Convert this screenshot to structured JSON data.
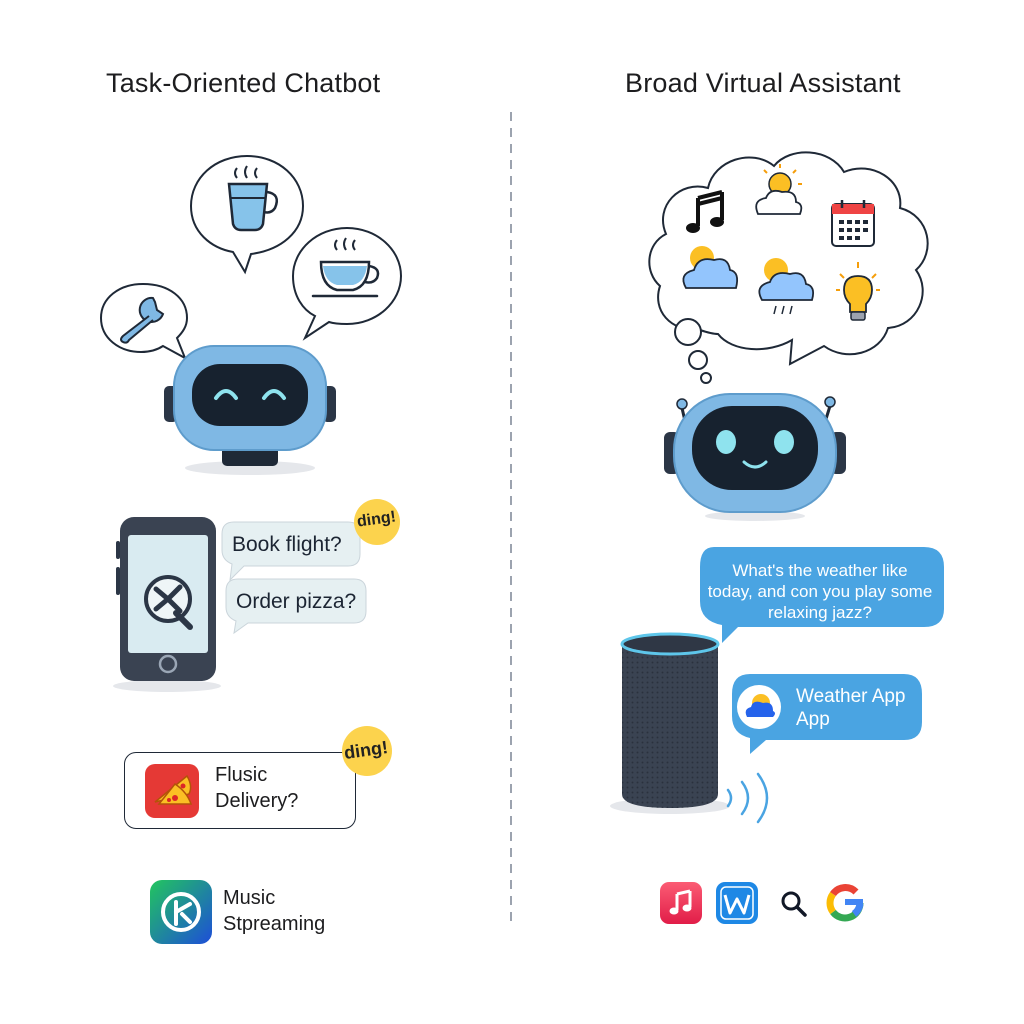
{
  "left": {
    "title": "Task-Oriented Chatbot",
    "phone_bubbles": [
      "Book flight?",
      "Order pizza?"
    ],
    "ding_1": "ding!",
    "ding_2": "ding!",
    "delivery_card": {
      "line1": "Flusic",
      "line2": "Delivery?"
    },
    "music_app": {
      "line1": "Music",
      "line2": "Stpreaming"
    }
  },
  "right": {
    "title": "Broad Virtual Assistant",
    "query_bubble": {
      "line1": "What's the weather like",
      "line2": "today, and con you play some",
      "line3": "relaxing jazz?"
    },
    "weather_bubble": {
      "line1": "Weather App",
      "line2": "App"
    }
  },
  "icons": {
    "left_thoughts": [
      "cup-icon",
      "coffee-icon",
      "wrench-icon"
    ],
    "right_thoughts": [
      "music-note-icon",
      "sun-cloud-icon",
      "calendar-icon",
      "cloud-sun-icon",
      "rain-cloud-icon",
      "lightbulb-icon"
    ],
    "bottom_apps": [
      "music-app-icon",
      "w-app-icon",
      "search-icon",
      "google-icon"
    ]
  },
  "colors": {
    "robot_body": "#7fb8e4",
    "visor": "#17222f",
    "eyes": "#8fe3ee",
    "bubble_light": "#e6f0f2",
    "bubble_blue": "#4aa4e2",
    "ding": "#fcd34d",
    "speaker": "#3a4352",
    "divider": "#9ca3af"
  }
}
